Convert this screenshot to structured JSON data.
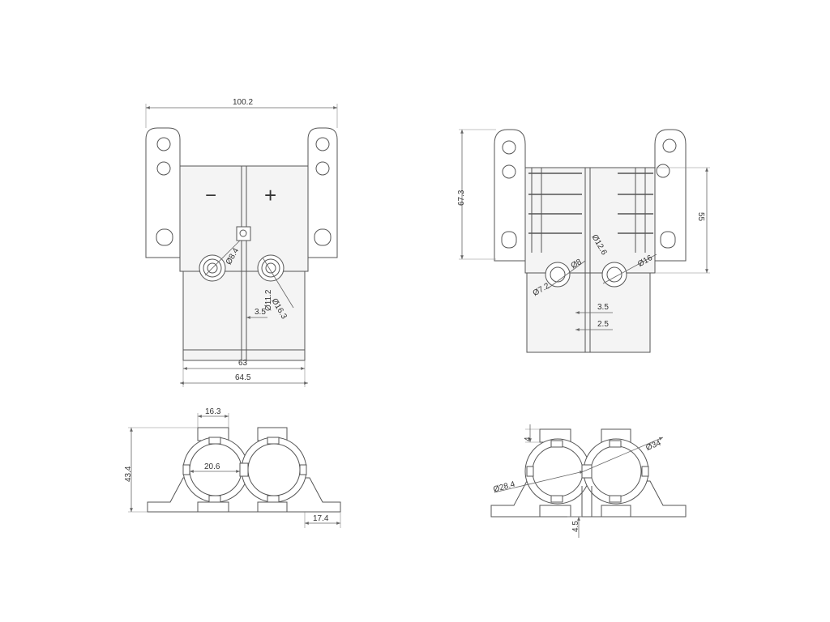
{
  "front_view": {
    "width_overall": "100.2",
    "hole_small": "Ø8.4",
    "hole_mid": "Ø11.2",
    "hole_large": "Ø16.3",
    "slot_gap": "3.5",
    "inner_width": "63",
    "outer_width": "64.5",
    "minus_sign": "−",
    "plus_sign": "+"
  },
  "side_view": {
    "height_overall": "67.3",
    "height_body": "55",
    "hole_8": "Ø8",
    "hole_7_2": "Ø7.2",
    "hole_12_6": "Ø12.6",
    "hole_16": "Ø16",
    "gap_upper": "3.5",
    "gap_lower": "2.5"
  },
  "bottom_left_view": {
    "top_width": "16.3",
    "center_dim": "20.6",
    "height": "43.4",
    "foot_width": "17.4"
  },
  "bottom_right_view": {
    "top_gap": "4",
    "dia_large": "Ø34",
    "dia_small": "Ø28.4",
    "bottom_gap": "4.5"
  }
}
